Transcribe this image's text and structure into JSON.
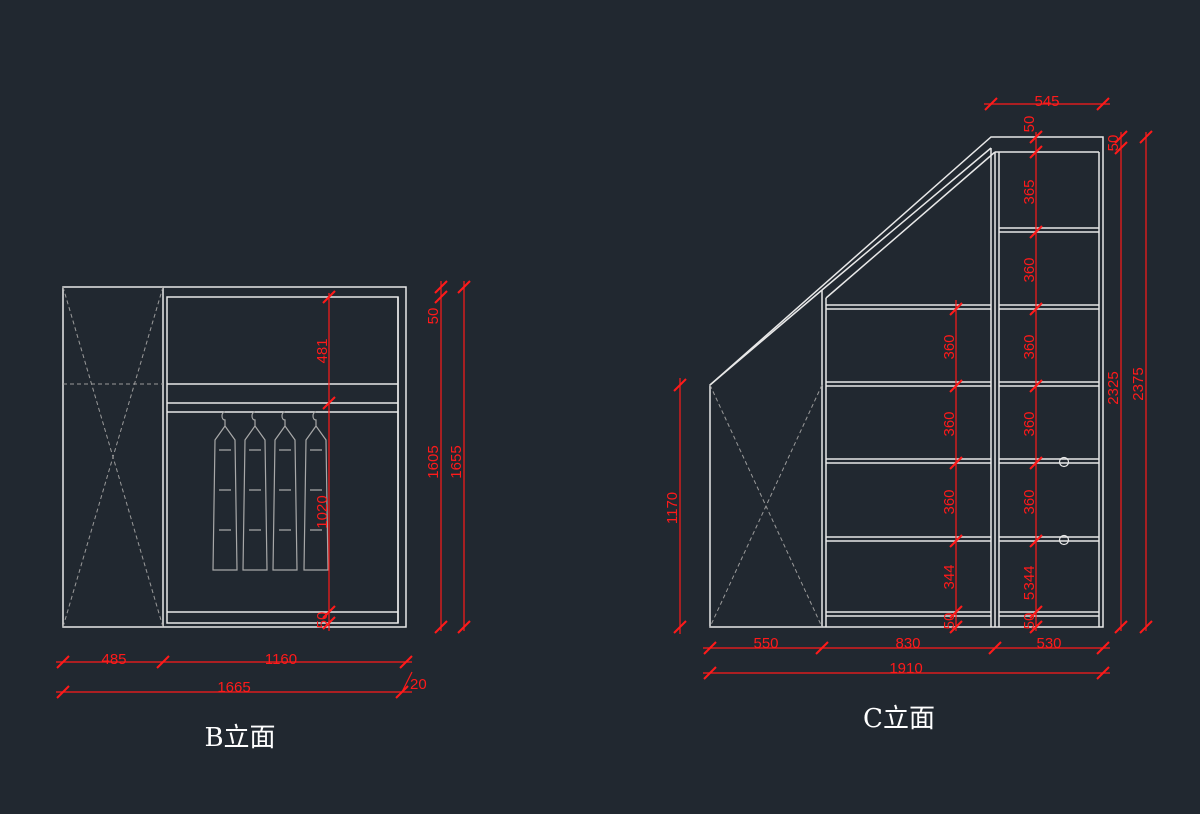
{
  "colors": {
    "background": "#212830",
    "outline": "#e8e8e8",
    "dimension": "#ff1a1a",
    "hidden_line": "#9a9a9a"
  },
  "elevation_b": {
    "title": "B立面",
    "dims": {
      "w_left": "485",
      "w_right": "1160",
      "w_total": "1665",
      "depth": "20",
      "h_top": "481",
      "h_hang": "1020",
      "h_base": "50",
      "h_cap": "50",
      "h_inner": "1605",
      "h_total": "1655"
    }
  },
  "elevation_c": {
    "title": "C立面",
    "dims": {
      "w_top": "545",
      "w_sec1": "550",
      "w_sec2": "830",
      "w_sec3": "530",
      "w_total": "1910",
      "h_side": "1170",
      "h_inner": "2325",
      "h_total": "2375",
      "h_cap": "50",
      "mid_shelves": [
        "360",
        "360",
        "360",
        "344",
        "50"
      ],
      "right_shelves": [
        "50",
        "365",
        "360",
        "360",
        "360",
        "360",
        "5",
        "344",
        "50"
      ]
    }
  }
}
